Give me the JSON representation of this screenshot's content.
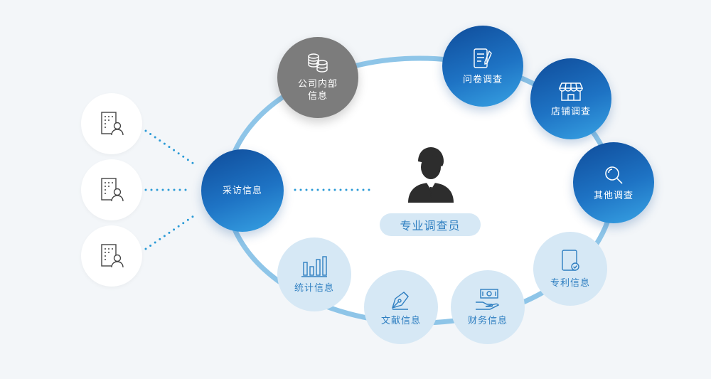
{
  "center": {
    "label": "专业调查员"
  },
  "hub": {
    "label": "采访信息"
  },
  "nodes": {
    "internal": "公司内部\n信息",
    "questionnaire": "问卷调查",
    "store": "店铺调查",
    "other": "其他调查",
    "patent": "专利信息",
    "finance": "财务信息",
    "literature": "文献信息",
    "statistics": "统计信息"
  },
  "colors": {
    "background": "#f3f6f9",
    "ellipse": "#8ec5e8",
    "dots": "#2a9ad6",
    "dark_blue": "#0f4c9a",
    "light_blue": "#38a3e4",
    "grey": "#7c7c7c",
    "pale": "#d6e8f5",
    "accent_text": "#2f7fc1"
  },
  "icons": {
    "person": "person-icon",
    "interviewee": "building-person-icon",
    "coins": "coins-icon",
    "document": "document-pen-icon",
    "store": "storefront-icon",
    "search": "magnifier-icon",
    "patent": "certificate-icon",
    "finance": "money-hand-icon",
    "literature": "pen-nib-icon",
    "statistics": "bar-chart-icon"
  }
}
